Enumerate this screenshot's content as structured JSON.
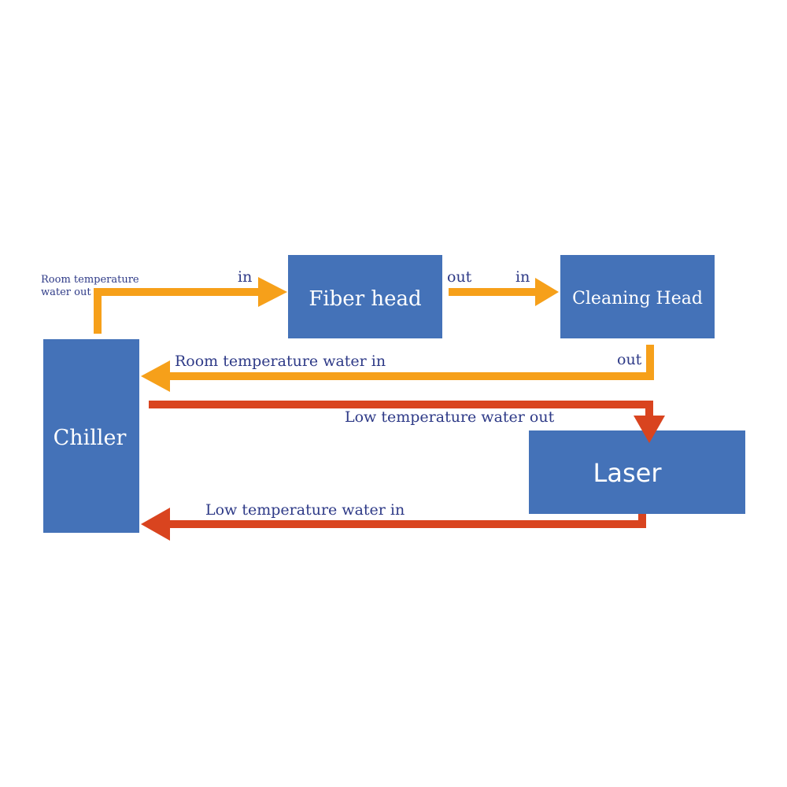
{
  "nodes": {
    "chiller": "Chiller",
    "fiber_head": "Fiber head",
    "cleaning_head": "Cleaning Head",
    "laser": "Laser"
  },
  "labels": {
    "room_temp_water_out_line1": "Room temperature",
    "room_temp_water_out_line2": "water out",
    "fiber_in": "in",
    "fiber_out": "out",
    "cleaning_in": "in",
    "cleaning_out": "out",
    "room_temp_water_in": "Room temperature water in",
    "low_temp_water_out": "Low temperature water out",
    "low_temp_water_in": "Low temperature water in"
  },
  "colors": {
    "box": "#4472b8",
    "room_temp_flow": "#f6a01a",
    "low_temp_flow": "#d9441f",
    "label_text": "#2e3a87"
  }
}
